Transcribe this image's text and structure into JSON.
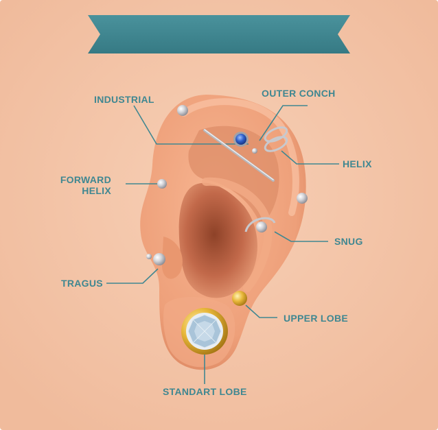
{
  "banner": {
    "title": ""
  },
  "labels": {
    "industrial": "INDUSTRIAL",
    "outer_conch": "OUTER CONCH",
    "forward_helix_line1": "FORWARD",
    "forward_helix_line2": "HELIX",
    "helix": "HELIX",
    "snug": "SNUG",
    "tragus": "TRAGUS",
    "upper_lobe": "UPPER LOBE",
    "standart_lobe": "STANDART LOBE"
  },
  "colors": {
    "background": "#f5c6a8",
    "banner": "#3f8791",
    "label_text": "#3f8791",
    "leader_line": "#3f8791",
    "skin": "#f0a57f",
    "skin_shadow": "#d9805a",
    "inner_ear": "#b45f3f",
    "metal": "#c9c9cc",
    "gold": "#e2b43a",
    "gem_blue": "#2f5fc9",
    "gem_clear": "#b9d2e6"
  }
}
